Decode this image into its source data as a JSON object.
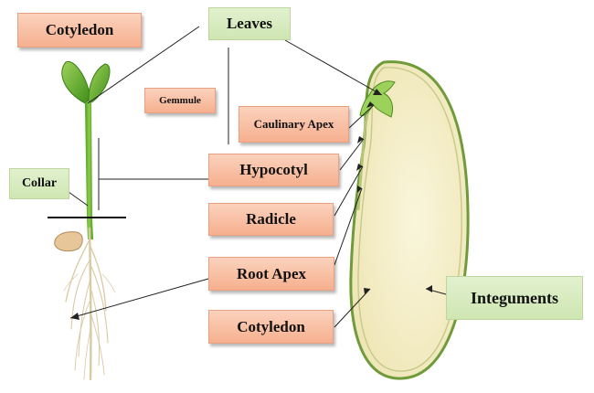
{
  "labels": {
    "cotyledon_top": "Cotyledon",
    "leaves": "Leaves",
    "gemmule": "Gemmule",
    "caulinary_apex": "Caulinary Apex",
    "collar": "Collar",
    "hypocotyl": "Hypocotyl",
    "radicle": "Radicle",
    "root_apex": "Root Apex",
    "cotyledon_bottom": "Cotyledon",
    "integuments": "Integuments"
  },
  "colors": {
    "label_fill": "#f8c0a4",
    "label_green": "#d6ebbf",
    "plant_green": "#59a51f",
    "seed_fill": "#f7f2d4",
    "seed_coat": "#6f9b3a",
    "line": "#222222"
  }
}
